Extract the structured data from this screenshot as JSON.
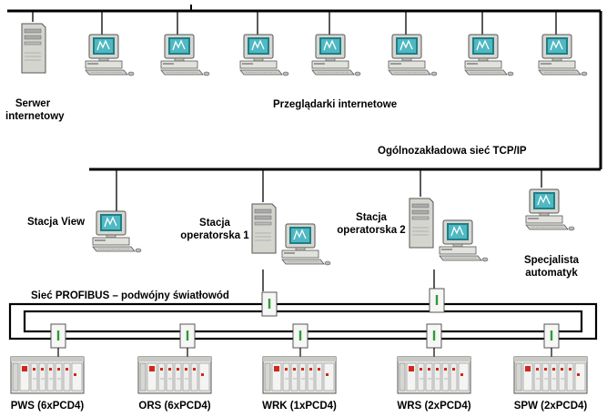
{
  "labels": {
    "server": "Serwer\ninternetowy",
    "browsers": "Przeglądarki internetowe",
    "tcpip": "Ogólnozakładowa sieć TCP/IP",
    "view_station": "Stacja View",
    "operator_station_1": "Stacja\noperatorska 1",
    "operator_station_2": "Stacja\noperatorska 2",
    "automation_specialist": "Specjalista\nautomatyk",
    "profibus": "Sieć PROFIBUS – podwójny światłowód"
  },
  "plcs": [
    {
      "label": "PWS (6xPCD4)"
    },
    {
      "label": "ORS (6xPCD4)"
    },
    {
      "label": "WRK (1xPCD4)"
    },
    {
      "label": "WRS (2xPCD4)"
    },
    {
      "label": "SPW (2xPCD4)"
    }
  ],
  "colors": {
    "network_line": "#000000",
    "coupler_accent": "#2e9b3a",
    "plc_accent": "#d0281e"
  },
  "icons": {
    "server": "server-tower-icon",
    "browser": "workstation-computer-icon",
    "plc": "plc-rack-icon",
    "coupler": "fiber-coupler-icon"
  }
}
